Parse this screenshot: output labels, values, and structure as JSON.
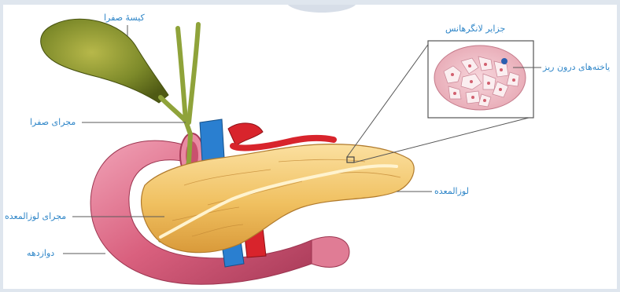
{
  "labels": {
    "gallbladder": "کیسهٔ صفرا",
    "bile_duct": "مجرای صفرا",
    "pancreatic_duct": "مجرای لوزالمعده",
    "duodenum": "دوازدهه",
    "pancreas": "لوزالمعده",
    "islets": "جزایر لانگرهانس",
    "endocrine_cells": "یاخته‌های درون ریز"
  },
  "colors": {
    "label_text": "#2f86c8",
    "leader_line": "#5a5a5a",
    "pancreas": "#f0c060",
    "duodenum": "#d9607e",
    "gallbladder": "#7d8a2a",
    "vein": "#2a7fd0",
    "artery": "#d8242c"
  }
}
